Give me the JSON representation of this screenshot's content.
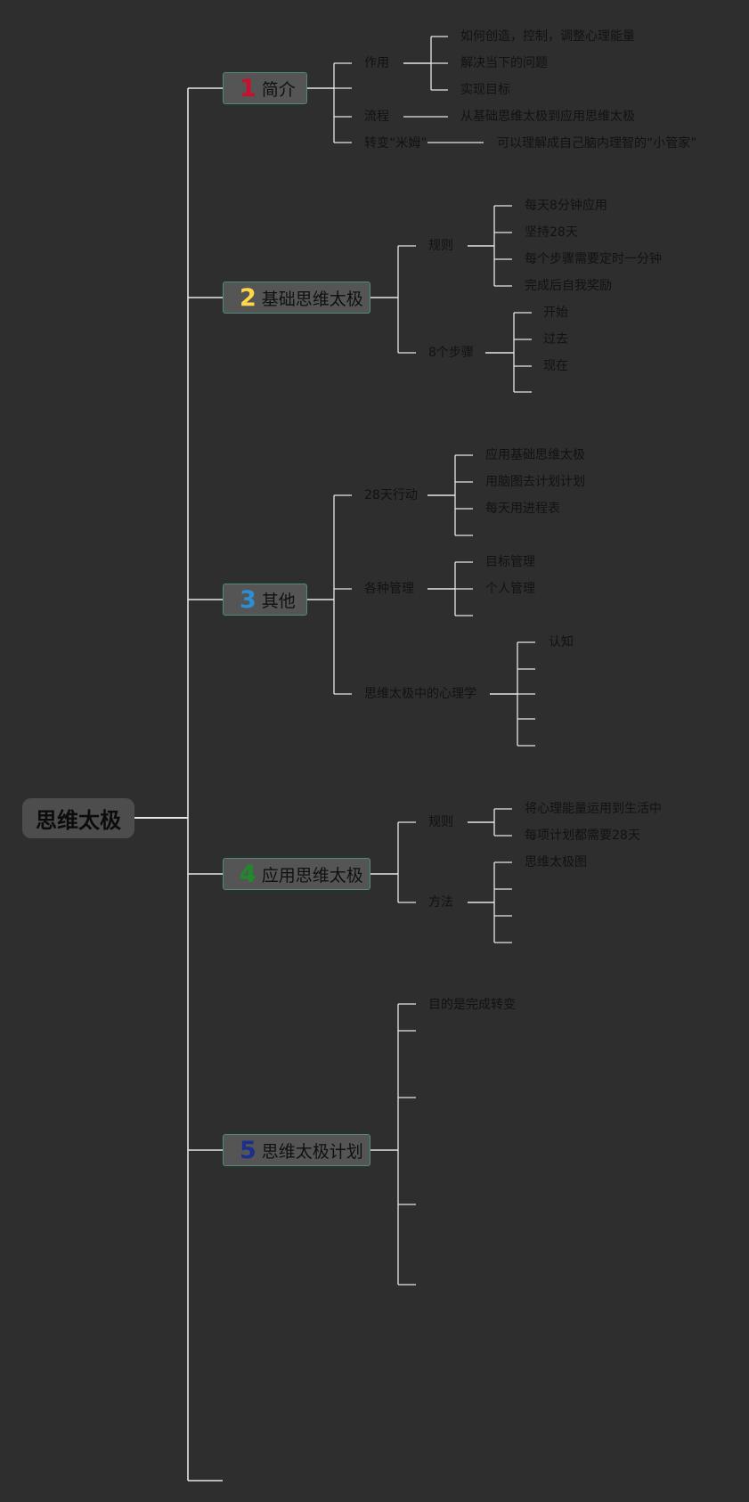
{
  "root": "思维太极",
  "branches": [
    {
      "num": "1",
      "label": "简介",
      "color": "#c8102e",
      "children": [
        {
          "label": "作用",
          "children": [
            "如何创造，控制，调整心理能量",
            "解决当下的问题",
            "实现目标"
          ]
        },
        {
          "label": "流程",
          "children": [
            "从基础思维太极到应用思维太极"
          ]
        },
        {
          "label": "转变“米姆”",
          "children": [
            "可以理解成自己脑内理智的“小管家”"
          ]
        }
      ]
    },
    {
      "num": "2",
      "label": "基础思维太极",
      "color": "#ffd84a",
      "children": [
        {
          "label": "规则",
          "children": [
            "每天8分钟应用",
            "坚持28天",
            "每个步骤需要定时一分钟",
            "完成后自我奖励"
          ]
        },
        {
          "label": "8个步骤",
          "children": [
            "开始",
            "过去",
            "现在",
            ""
          ]
        }
      ]
    },
    {
      "num": "3",
      "label": "其他",
      "color": "#2a8fd6",
      "children": [
        {
          "label": "28天行动",
          "children": [
            "应用基础思维太极",
            "用脑图去计划计划",
            "每天用进程表",
            ""
          ]
        },
        {
          "label": "各种管理",
          "children": [
            "目标管理",
            "个人管理",
            ""
          ]
        },
        {
          "label": "思维太极中的心理学",
          "children": [
            "认知",
            "",
            "",
            "",
            ""
          ]
        }
      ]
    },
    {
      "num": "4",
      "label": "应用思维太极",
      "color": "#1e8b2a",
      "children": [
        {
          "label": "规则",
          "children": [
            "将心理能量运用到生活中",
            "每项计划都需要28天"
          ]
        },
        {
          "label": "方法",
          "children": [
            "思维太极图",
            "",
            "",
            ""
          ]
        }
      ]
    },
    {
      "num": "5",
      "label": "思维太极计划",
      "color": "#1c2f8a",
      "children": [
        {
          "label": "目的是完成转变"
        },
        {
          "label": ""
        },
        {
          "label": ""
        },
        {
          "label": ""
        },
        {
          "label": ""
        }
      ]
    }
  ]
}
